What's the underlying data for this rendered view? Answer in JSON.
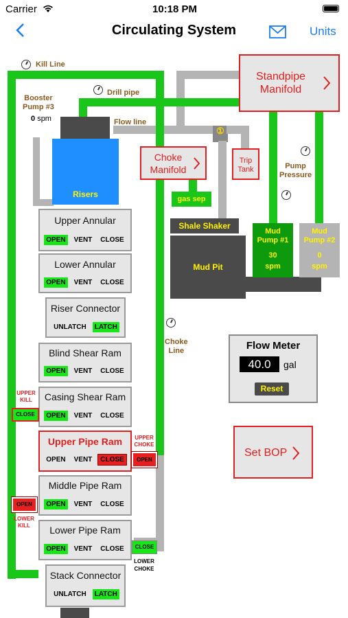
{
  "status": {
    "carrier": "Carrier",
    "time": "10:18 PM"
  },
  "nav": {
    "title": "Circulating System",
    "units": "Units"
  },
  "labels": {
    "kill_line": "Kill Line",
    "drill_pipe": "Drill pipe",
    "booster_line1": "Booster",
    "booster_line2": "Pump #3",
    "booster_value": "0",
    "booster_unit": "spm",
    "flow_line": "Flow line",
    "risers": "Risers",
    "choke_line1": "Choke",
    "choke_line2": "Line",
    "pump_pressure1": "Pump",
    "pump_pressure2": "Pressure",
    "valve_number": "①"
  },
  "standpipe": {
    "line1": "Standpipe",
    "line2": "Manifold"
  },
  "choke_manifold": {
    "line1": "Choke",
    "line2": "Manifold"
  },
  "trip_tank": {
    "line1": "Trip",
    "line2": "Tank"
  },
  "gas_sep": "gas sep",
  "shale_shaker": "Shale Shaker",
  "mud_pit": "Mud Pit",
  "pump1": {
    "line1": "Mud",
    "line2": "Pump #1",
    "value": "30",
    "unit": "spm"
  },
  "pump2": {
    "line1": "Mud",
    "line2": "Pump #2",
    "value": "0",
    "unit": "spm"
  },
  "flow_meter": {
    "title": "Flow Meter",
    "value": "40.0",
    "unit": "gal",
    "reset": "Reset"
  },
  "set_bop": "Set BOP",
  "side": {
    "upper_kill1": "UPPER",
    "upper_kill2": "KILL",
    "upper_kill_btn": "CLOSE",
    "upper_choke1": "UPPER",
    "upper_choke2": "CHOKE",
    "upper_choke_btn": "OPEN",
    "lower_kill_btn": "OPEN",
    "lower_kill1": "LOWER",
    "lower_kill2": "KILL",
    "lower_choke_btn": "CLOSE",
    "lower_choke1": "LOWER",
    "lower_choke2": "CHOKE"
  },
  "bop": [
    {
      "title": "Upper Annular",
      "b1": "OPEN",
      "b2": "VENT",
      "b3": "CLOSE"
    },
    {
      "title": "Lower Annular",
      "b1": "OPEN",
      "b2": "VENT",
      "b3": "CLOSE"
    },
    {
      "title": "Riser Connector",
      "b1": "UNLATCH",
      "b2": "LATCH"
    },
    {
      "title": "Blind Shear Ram",
      "b1": "OPEN",
      "b2": "VENT",
      "b3": "CLOSE"
    },
    {
      "title": "Casing Shear Ram",
      "b1": "OPEN",
      "b2": "VENT",
      "b3": "CLOSE"
    },
    {
      "title": "Upper Pipe Ram",
      "b1": "OPEN",
      "b2": "VENT",
      "b3": "CLOSE"
    },
    {
      "title": "Middle Pipe Ram",
      "b1": "OPEN",
      "b2": "VENT",
      "b3": "CLOSE"
    },
    {
      "title": "Lower Pipe Ram",
      "b1": "OPEN",
      "b2": "VENT",
      "b3": "CLOSE"
    },
    {
      "title": "Stack Connector",
      "b1": "UNLATCH",
      "b2": "LATCH"
    }
  ],
  "colors": {
    "green": "#19c619",
    "gray_pipe": "#b4b4b4",
    "dark": "#4a4a4a",
    "blue": "#1f8fff",
    "red": "#e02020"
  }
}
